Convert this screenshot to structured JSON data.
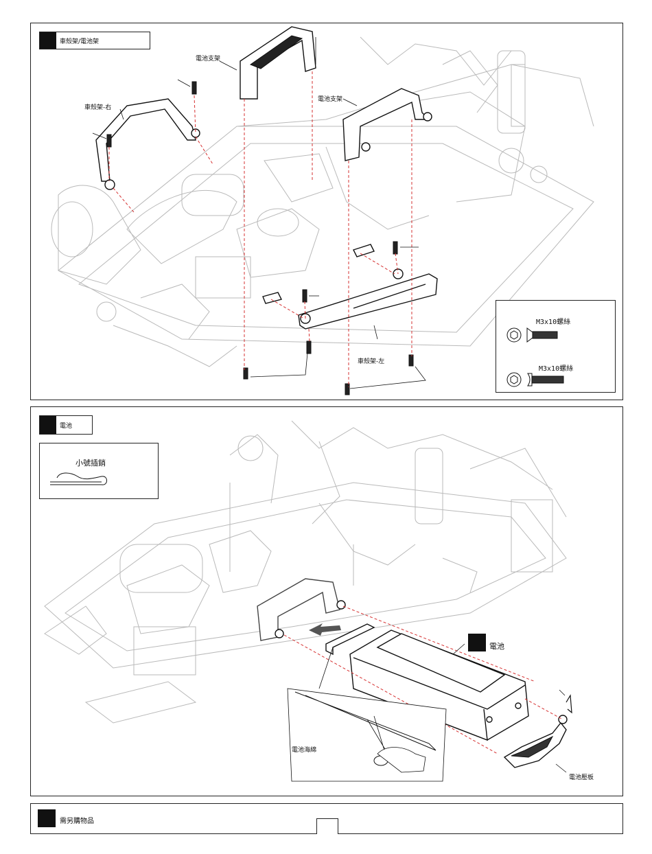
{
  "panel_top": {
    "title": "車殼架/電池架",
    "labels": {
      "battery_holder_1": "電池支架",
      "battery_holder_2": "電池支架",
      "body_mount_right": "車殼架-右",
      "body_mount_left": "車殼架-左"
    },
    "legend": {
      "item1": "M3x10螺絲",
      "item2": "M3x10螺絲"
    }
  },
  "panel_bottom": {
    "title": "電池",
    "pin_box_label": "小號插銷",
    "labels": {
      "battery": "電池",
      "battery_foam": "電池海綿",
      "battery_strap": "電池壓板"
    }
  },
  "footer": {
    "title": "需另購物品"
  }
}
